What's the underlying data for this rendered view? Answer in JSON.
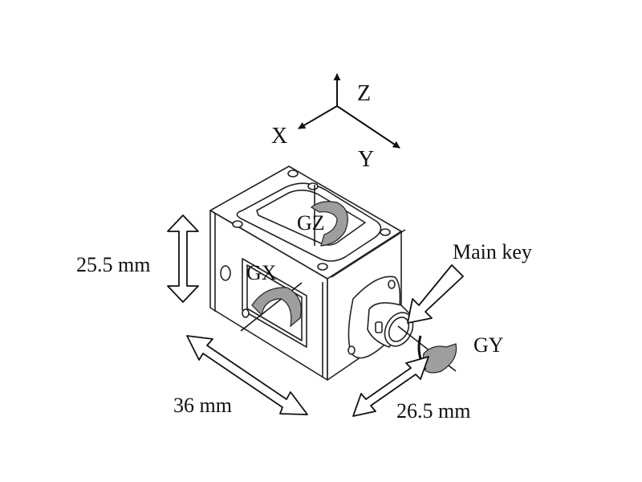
{
  "axes": {
    "z": "Z",
    "x": "X",
    "y": "Y"
  },
  "rotations": {
    "gz": "GZ",
    "gx": "GX",
    "gy": "GY"
  },
  "dimensions": {
    "height": "25.5 mm",
    "width": "36 mm",
    "depth": "26.5 mm"
  },
  "callouts": {
    "main_key": "Main key"
  }
}
